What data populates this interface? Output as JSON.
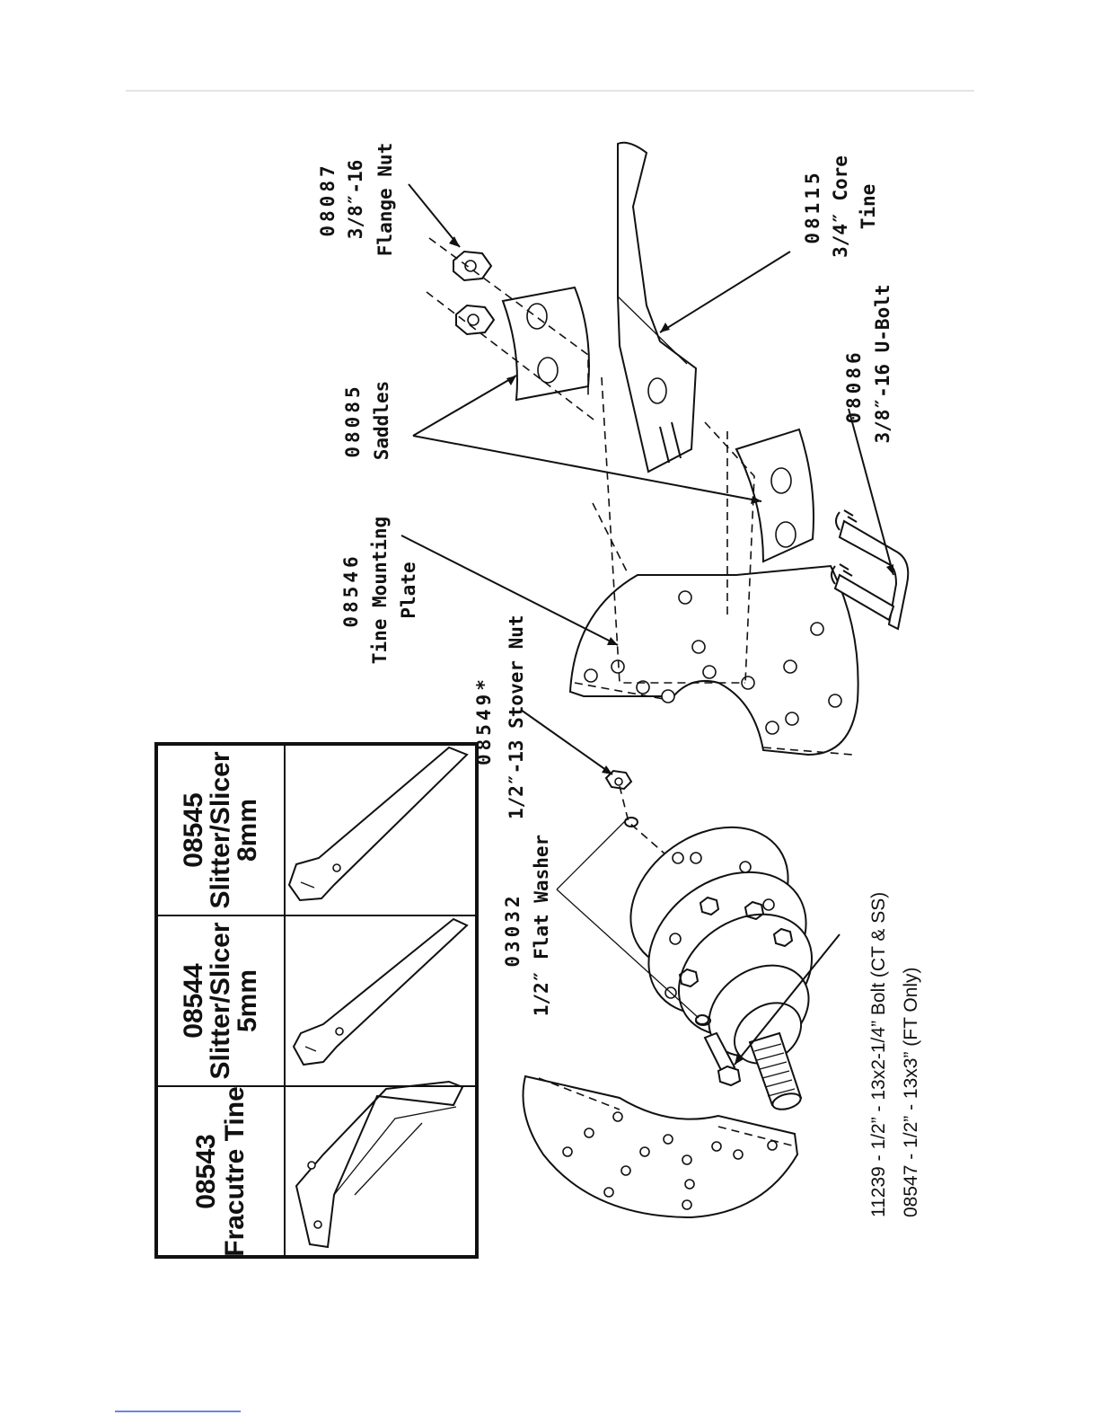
{
  "callouts": {
    "flange_nut": {
      "num": "08087",
      "spec": "3/8″-16",
      "name": "Flange Nut"
    },
    "core_tine": {
      "num": "08115",
      "spec": "3/4″ Core",
      "name": "Tine"
    },
    "saddles": {
      "num": "08085",
      "name": "Saddles"
    },
    "u_bolt": {
      "num": "08086",
      "name": "3/8″-16 U-Bolt"
    },
    "mounting_plate": {
      "num": "08546",
      "name": "Tine Mounting",
      "name2": "Plate"
    },
    "stover_nut": {
      "num": "08549*",
      "name": "1/2″-13 Stover Nut"
    },
    "flat_washer": {
      "num": "03032",
      "name": "1/2″ Flat Washer"
    }
  },
  "bolts": {
    "line1": "11239 - 1/2” - 13x2-1/4” Bolt (CT & SS)",
    "line2": "08547 - 1/2” - 13x3” (FT Only)"
  },
  "tine_table": [
    {
      "num": "08543",
      "name": "Fracutre Tine",
      "size": "",
      "icon": "fracture-tine-icon"
    },
    {
      "num": "08544",
      "name": "Slitter/Slicer",
      "size": "5mm",
      "icon": "slitter-5mm-icon"
    },
    {
      "num": "08545",
      "name": "Slitter/Slicer",
      "size": "8mm",
      "icon": "slitter-8mm-icon"
    }
  ]
}
